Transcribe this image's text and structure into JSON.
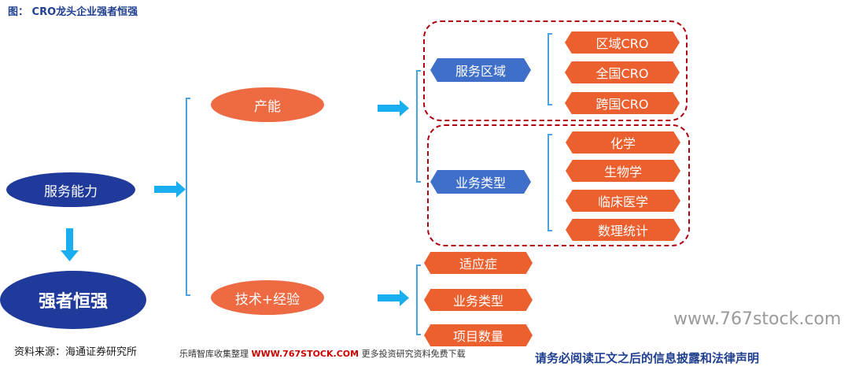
{
  "title": "图： CRO龙头企业强者恒强",
  "nodes": {
    "service_capability": "服务能力",
    "strong_stronger": "强者恒强",
    "capacity": "产能",
    "tech_experience": "技术+经验",
    "service_region": "服务区域",
    "business_type_upper": "业务类型"
  },
  "region_items": [
    "区域CRO",
    "全国CRO",
    "跨国CRO"
  ],
  "business_items": [
    "化学",
    "生物学",
    "临床医学",
    "数理统计"
  ],
  "tech_items": [
    "适应症",
    "业务类型",
    "项目数量"
  ],
  "footer": {
    "source": "资料来源：海通证券研究所",
    "promo_prefix": "乐晴智库收集整理",
    "promo_site": "WWW.767STOCK.COM",
    "promo_suffix": "更多投资研究资料免费下载",
    "watermark": "www.767stock.com",
    "disclaimer": "请务必阅读正文之后的信息披露和法律声明"
  },
  "colors": {
    "dark_blue": "#1f3a9a",
    "hex_blue": "#3f6fc9",
    "orange": "#ec5f2e",
    "arrow_blue": "#19aef0",
    "dash_red": "#b00010"
  }
}
